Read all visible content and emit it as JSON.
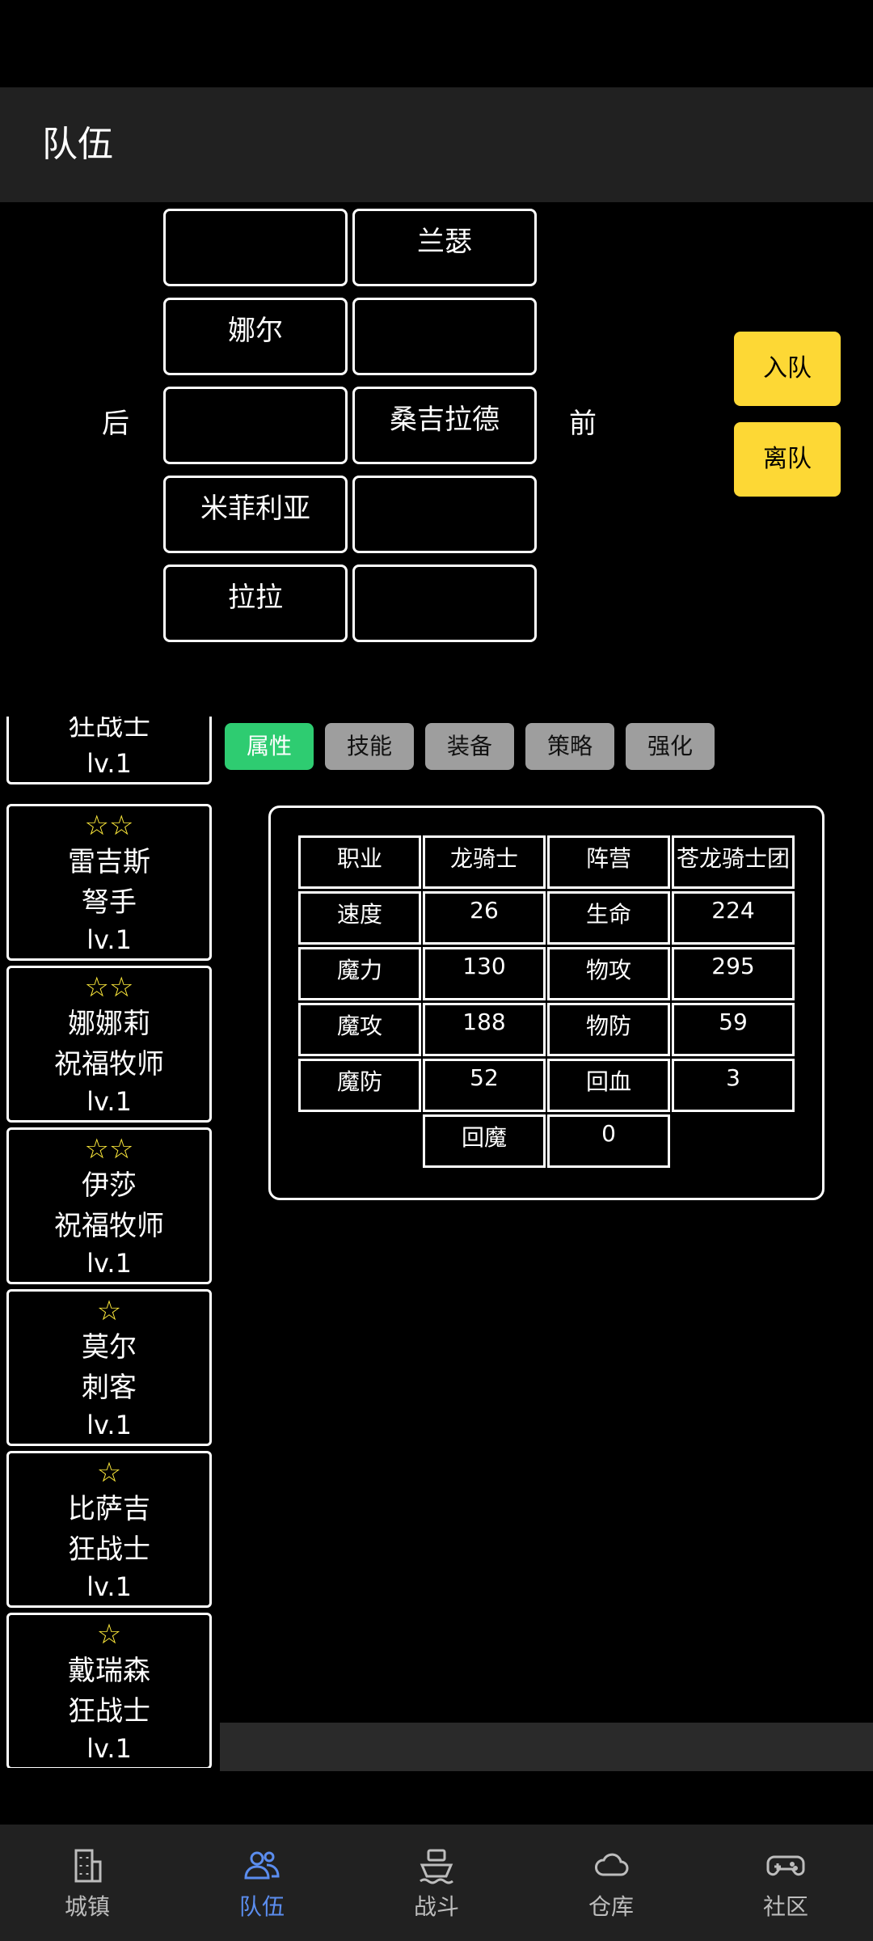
{
  "header": {
    "title": "队伍"
  },
  "formation": {
    "back_label": "后",
    "front_label": "前",
    "slots": [
      {
        "back": "",
        "front": "兰瑟"
      },
      {
        "back": "娜尔",
        "front": ""
      },
      {
        "back": "",
        "front": "桑吉拉德"
      },
      {
        "back": "米菲利亚",
        "front": ""
      },
      {
        "back": "拉拉",
        "front": ""
      }
    ]
  },
  "actions": {
    "join": "入队",
    "leave": "离队"
  },
  "roster": [
    {
      "stars": "",
      "name": "",
      "job": "狂战士",
      "level": "lv.1"
    },
    {
      "stars": "☆☆",
      "name": "雷吉斯",
      "job": "弩手",
      "level": "lv.1"
    },
    {
      "stars": "☆☆",
      "name": "娜娜莉",
      "job": "祝福牧师",
      "level": "lv.1"
    },
    {
      "stars": "☆☆",
      "name": "伊莎",
      "job": "祝福牧师",
      "level": "lv.1"
    },
    {
      "stars": "☆",
      "name": "莫尔",
      "job": "刺客",
      "level": "lv.1"
    },
    {
      "stars": "☆",
      "name": "比萨吉",
      "job": "狂战士",
      "level": "lv.1"
    },
    {
      "stars": "☆",
      "name": "戴瑞森",
      "job": "狂战士",
      "level": "lv.1"
    }
  ],
  "tabs": [
    "属性",
    "技能",
    "装备",
    "策略",
    "强化"
  ],
  "stats": {
    "rows": [
      [
        "职业",
        "龙骑士",
        "阵营",
        "苍龙骑士团"
      ],
      [
        "速度",
        "26",
        "生命",
        "224"
      ],
      [
        "魔力",
        "130",
        "物攻",
        "295"
      ],
      [
        "魔攻",
        "188",
        "物防",
        "59"
      ],
      [
        "魔防",
        "52",
        "回血",
        "3"
      ]
    ],
    "extra": [
      "回魔",
      "0"
    ]
  },
  "nav": [
    {
      "label": "城镇",
      "icon": "building-icon"
    },
    {
      "label": "队伍",
      "icon": "team-icon"
    },
    {
      "label": "战斗",
      "icon": "ship-icon"
    },
    {
      "label": "仓库",
      "icon": "cloud-icon"
    },
    {
      "label": "社区",
      "icon": "gamepad-icon"
    }
  ],
  "colors": {
    "accent_blue": "#5b8def",
    "tab_active": "#2ecc71",
    "button_yellow": "#fdd835",
    "star": "#ffeb3b"
  }
}
